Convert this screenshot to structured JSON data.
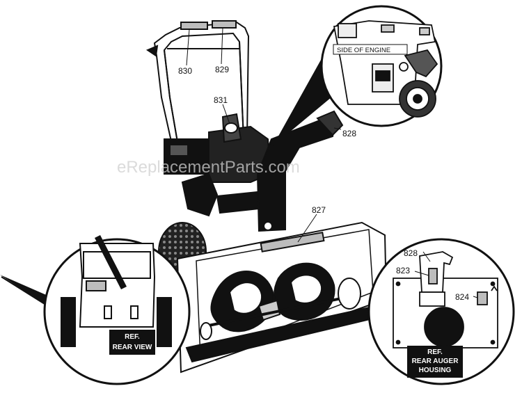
{
  "watermark": "eReplacementParts.com",
  "callouts": {
    "p830": "830",
    "p829": "829",
    "p831": "831",
    "p828_main": "828",
    "p827": "827",
    "p828_inset": "828",
    "p823": "823",
    "p824": "824"
  },
  "insets": {
    "engine_label": "SIDE OF ENGINE",
    "rear_view_line1": "REF.",
    "rear_view_line2": "REAR VIEW",
    "auger_line1": "REF.",
    "auger_line2": "REAR AUGER",
    "auger_line3": "HOUSING"
  },
  "colors": {
    "ink": "#111111",
    "paper": "#ffffff",
    "decal": "#bdbdbd",
    "watermark": "#cfcfcf"
  }
}
